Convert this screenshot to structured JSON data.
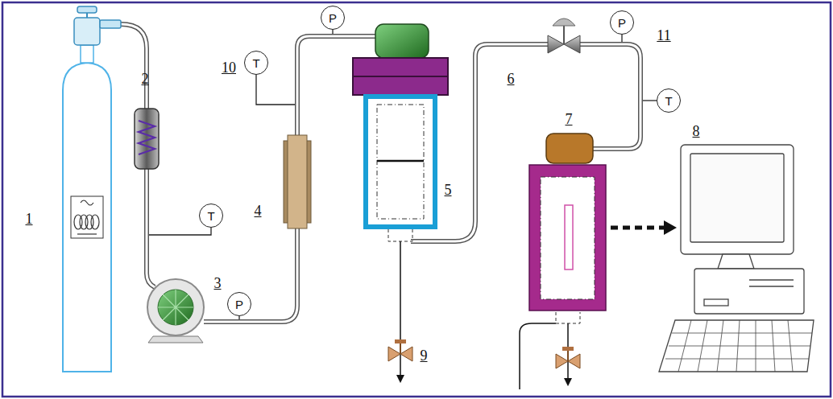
{
  "diagram": {
    "nodes": [
      {
        "text": [
          "P"
        ]
      },
      {
        "text": [
          "P"
        ]
      },
      {
        "text": [
          "T"
        ]
      },
      {
        "text": [
          "T"
        ]
      },
      {
        "text": [
          "T"
        ]
      },
      {
        "text": [
          "P"
        ]
      }
    ],
    "labels": [
      "1",
      "2",
      "3",
      "4",
      "5",
      "6",
      "7",
      "8",
      "9",
      "10",
      "11"
    ]
  }
}
